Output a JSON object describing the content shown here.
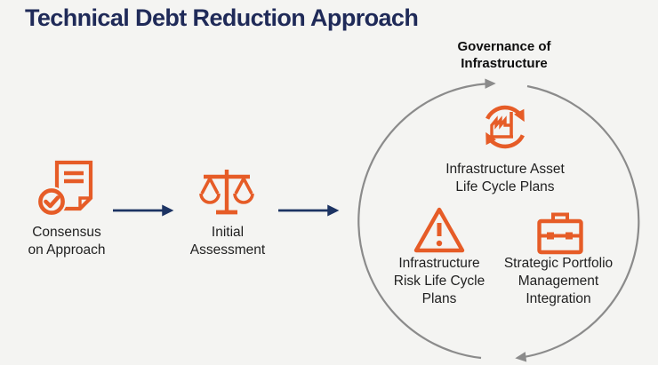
{
  "title": "Technical Debt Reduction Approach",
  "colors": {
    "accent_orange": "#E65C27",
    "title_navy": "#1F2A58",
    "arrow_navy": "#1C3363",
    "ring_gray": "#8B8B8B",
    "background": "#F4F4F2",
    "label_text": "#1F1F1F"
  },
  "flow": {
    "steps": [
      {
        "label": "Consensus\non Approach",
        "icon": "document-check-icon"
      },
      {
        "label": "Initial\nAssessment",
        "icon": "balance-scale-icon"
      }
    ]
  },
  "cycle": {
    "heading": "Governance of\nInfrastructure",
    "items": [
      {
        "label": "Infrastructure Asset\nLife Cycle Plans",
        "icon": "asset-lifecycle-refresh-icon"
      },
      {
        "label": "Infrastructure\nRisk Life Cycle\nPlans",
        "icon": "warning-triangle-icon"
      },
      {
        "label": "Strategic Portfolio\nManagement\nIntegration",
        "icon": "briefcase-icon"
      }
    ]
  }
}
